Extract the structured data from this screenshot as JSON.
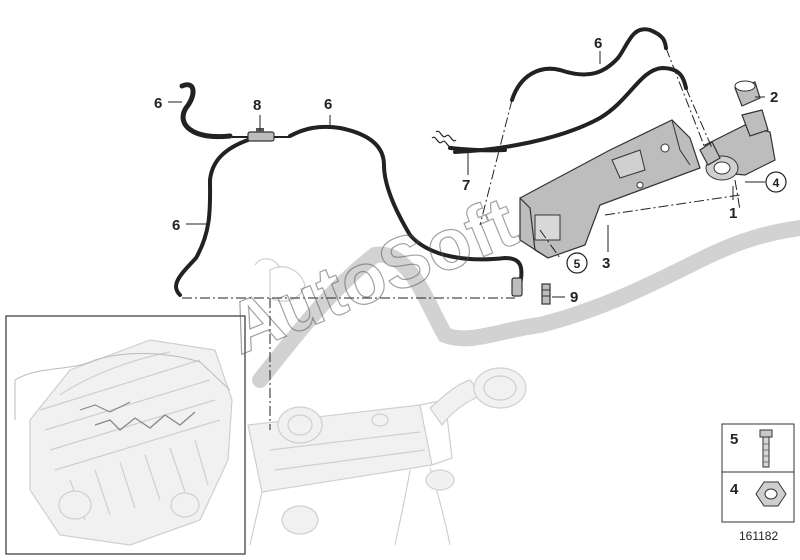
{
  "callouts": {
    "c1": "1",
    "c2": "2",
    "c3": "3",
    "c4": "4",
    "c5": "5",
    "c6a": "6",
    "c6b": "6",
    "c6c": "6",
    "c6d": "6",
    "c7": "7",
    "c8": "8",
    "c9": "9"
  },
  "legend": {
    "item5": "5",
    "item4": "4"
  },
  "diagram_number": "161182",
  "watermark": "AutoSoft",
  "colors": {
    "hose": "#222222",
    "ghost": "#cfcfcf",
    "part": "#bdbdbd"
  }
}
